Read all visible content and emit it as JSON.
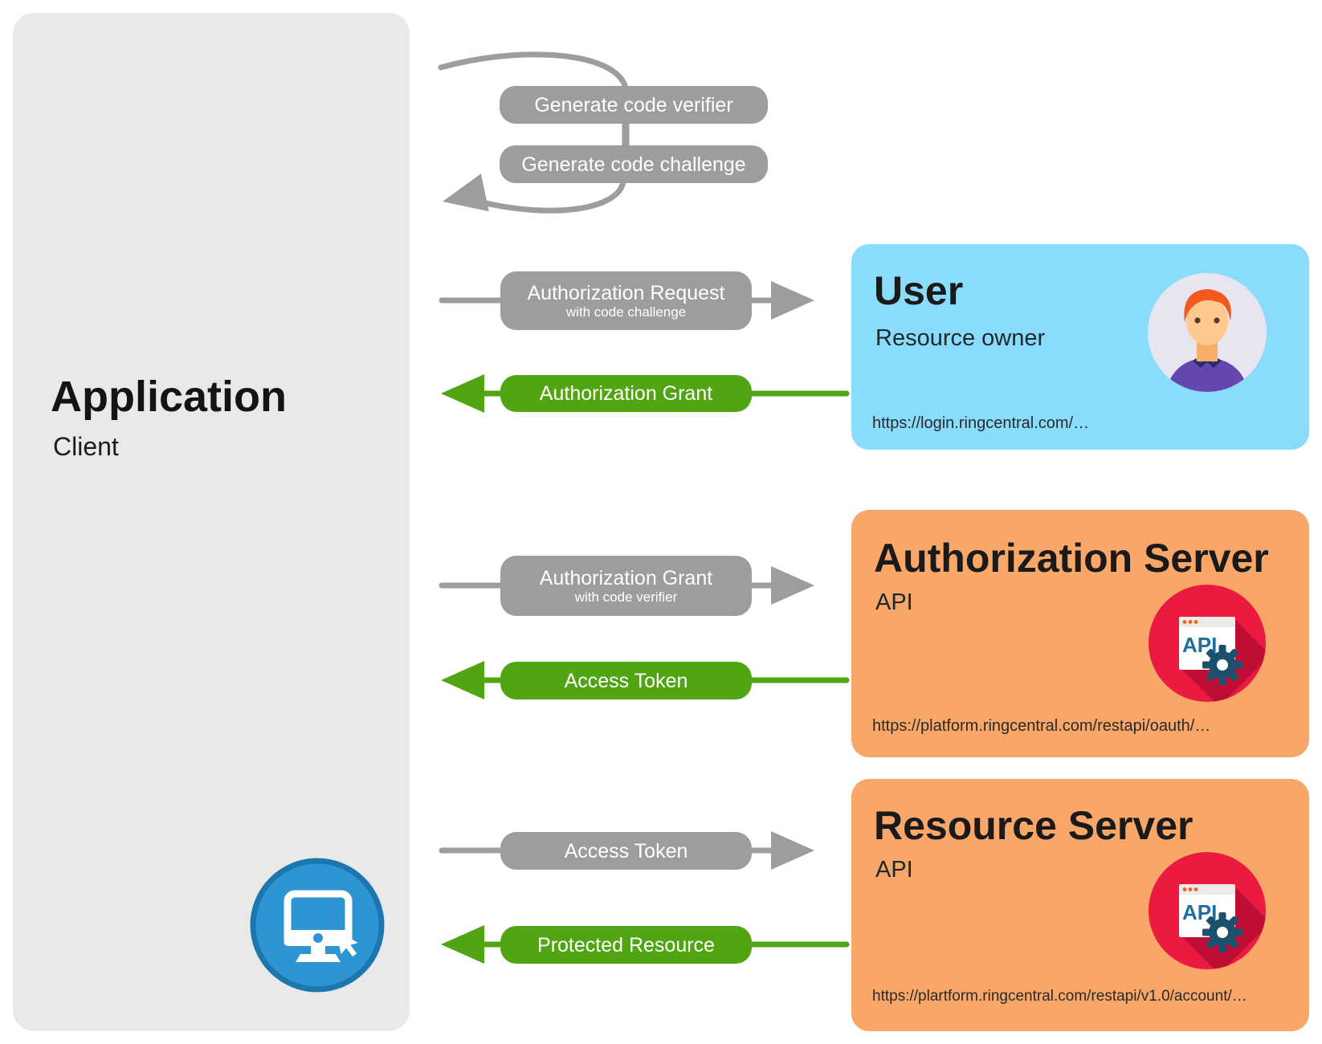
{
  "application": {
    "title": "Application",
    "subtitle": "Client"
  },
  "self_loop": {
    "step1": "Generate code verifier",
    "step2": "Generate code challenge"
  },
  "flows": {
    "auth_request": {
      "label": "Authorization Request",
      "sublabel": "with code challenge",
      "direction": "to-server",
      "color": "gray"
    },
    "auth_grant_back": {
      "label": "Authorization Grant",
      "direction": "to-app",
      "color": "green"
    },
    "auth_grant_fwd": {
      "label": "Authorization Grant",
      "sublabel": "with code verifier",
      "direction": "to-server",
      "color": "gray"
    },
    "access_token_back": {
      "label": "Access Token",
      "direction": "to-app",
      "color": "green"
    },
    "access_token_fwd": {
      "label": "Access Token",
      "direction": "to-server",
      "color": "gray"
    },
    "protected_resource": {
      "label": "Protected Resource",
      "direction": "to-app",
      "color": "green"
    }
  },
  "entities": {
    "user": {
      "title": "User",
      "subtitle": "Resource owner",
      "url": "https://login.ringcentral.com/…"
    },
    "auth_server": {
      "title": "Authorization Server",
      "subtitle": "API",
      "url": "https://platform.ringcentral.com/restapi/oauth/…"
    },
    "resource_server": {
      "title": "Resource Server",
      "subtitle": "API",
      "url": "https://plartform.ringcentral.com/restapi/v1.0/account/…"
    }
  },
  "icons": {
    "application": "computer-cursor-icon",
    "user": "person-avatar-icon",
    "auth_server": "api-gear-icon",
    "resource_server": "api-gear-icon",
    "api_label": "API"
  },
  "colors": {
    "app_box": "#E9E9E9",
    "user_box": "#89DCFB",
    "server_box": "#F9A669",
    "flow_gray": "#9D9D9D",
    "flow_green": "#52A512",
    "pill_text": "#FFFFFF",
    "api_icon_red": "#EB1A40",
    "api_icon_shadow": "#BE0E35",
    "computer_icon_blue": "#2D96D2"
  }
}
